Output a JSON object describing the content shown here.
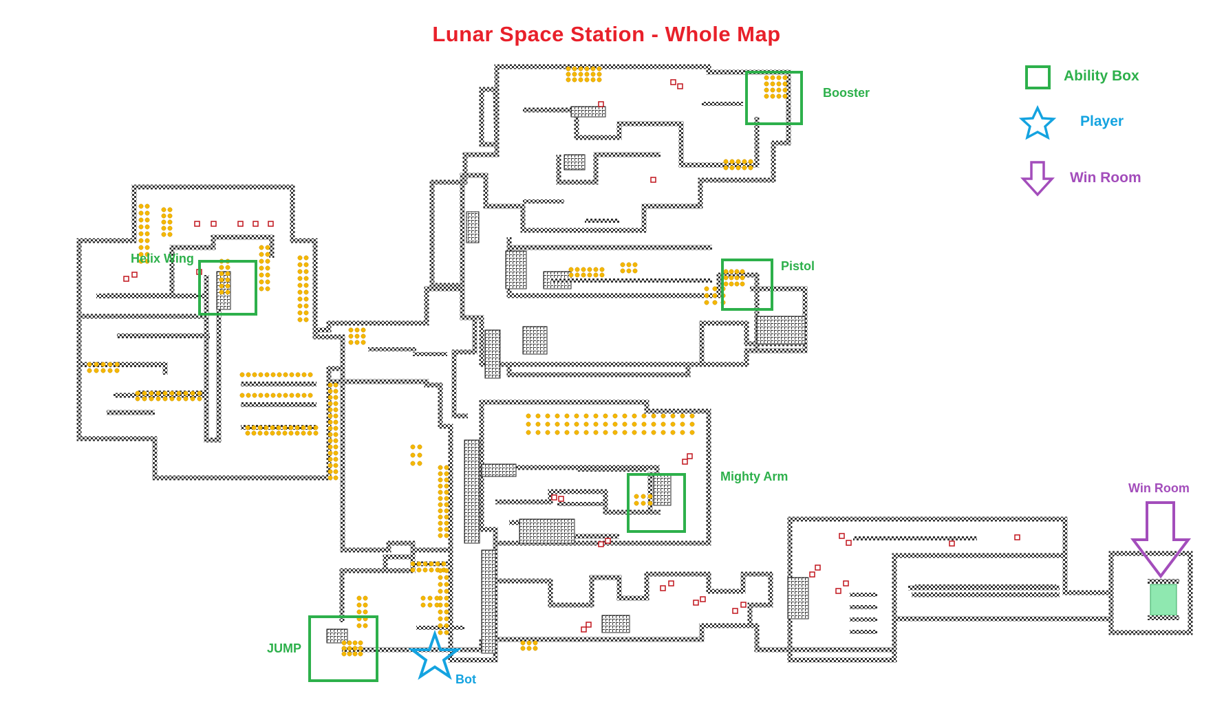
{
  "title": "Lunar Space Station - Whole Map",
  "legend": {
    "ability_box": "Ability Box",
    "player": "Player",
    "win_room": "Win Room"
  },
  "labels": {
    "booster": "Booster",
    "helix_wing": "Helix Wing",
    "pistol": "Pistol",
    "mighty_arm": "Mighty Arm",
    "jump": "JUMP",
    "bot": "Bot",
    "win_room": "Win Room"
  },
  "colors": {
    "title": "#e8202a",
    "ability_box": "#2db04b",
    "player": "#14a3e0",
    "win_room": "#a34dbb",
    "coin": "#f5b800",
    "wall": "#222222",
    "win_tile": "#8fe8b0"
  },
  "icons": {
    "ability_box": "green-square-icon",
    "player": "blue-star-icon",
    "win_room": "purple-down-arrow-icon"
  }
}
